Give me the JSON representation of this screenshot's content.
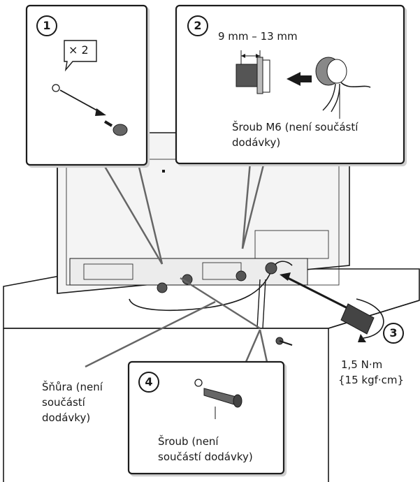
{
  "steps": {
    "s1": "1",
    "s2": "2",
    "s3": "3",
    "s4": "4"
  },
  "quantity_badge": "× 2",
  "gap_range": "9 mm – 13 mm",
  "screw_m6": {
    "line1": "Šroub M6 (není součástí",
    "line2": "dodávky)"
  },
  "torque": {
    "line1": "1,5 N·m",
    "line2": "{15 kgf·cm}"
  },
  "cord": {
    "line1": "Šňůra (není",
    "line2": "součástí",
    "line3": "dodávky)"
  },
  "screw": {
    "line1": "Šroub (není",
    "line2": "součástí dodávky)"
  },
  "colors": {
    "line": "#1a1a1a",
    "panel_bg": "#ffffff",
    "tv_fill": "#f4f4f4",
    "shadow": "#d9d9d9"
  }
}
